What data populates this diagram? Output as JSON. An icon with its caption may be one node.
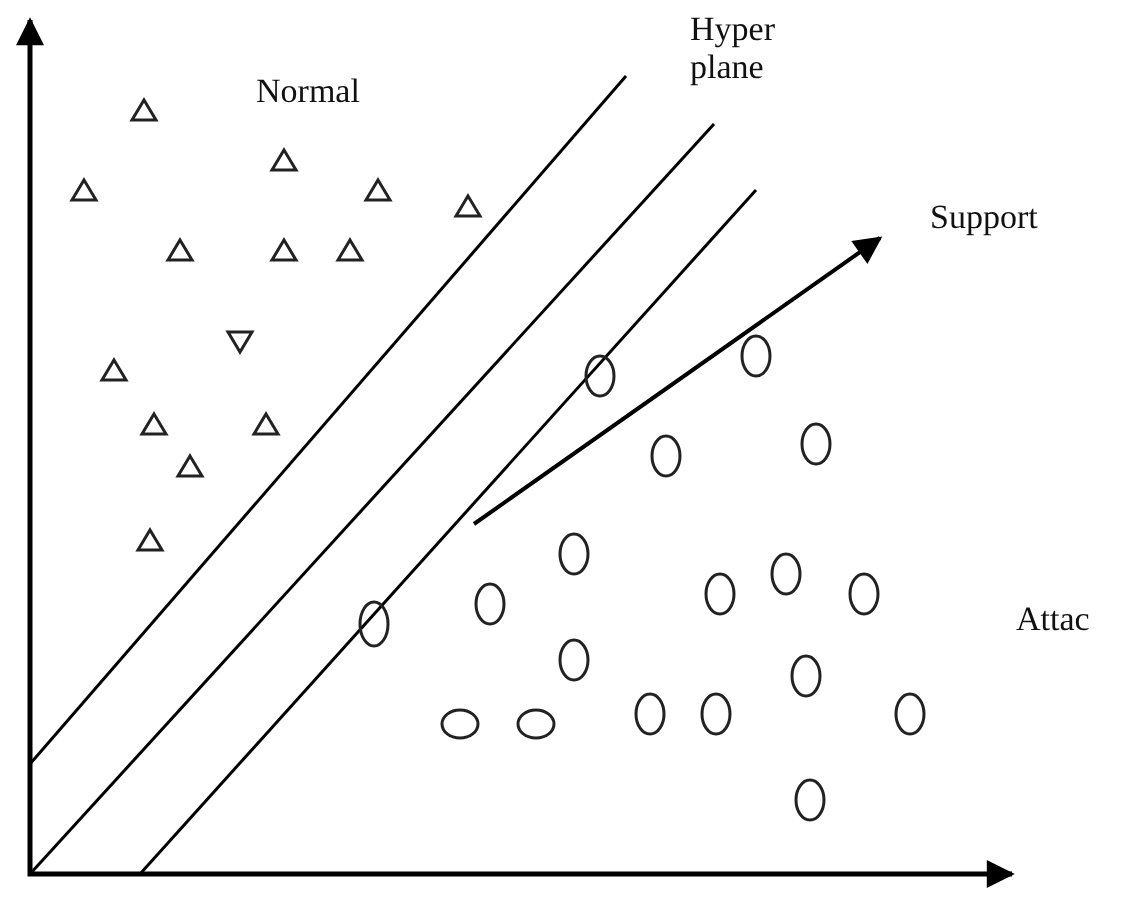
{
  "diagram": {
    "labels": [
      "Hyper plane",
      "Normal",
      "Support",
      "Attac"
    ]
  }
}
